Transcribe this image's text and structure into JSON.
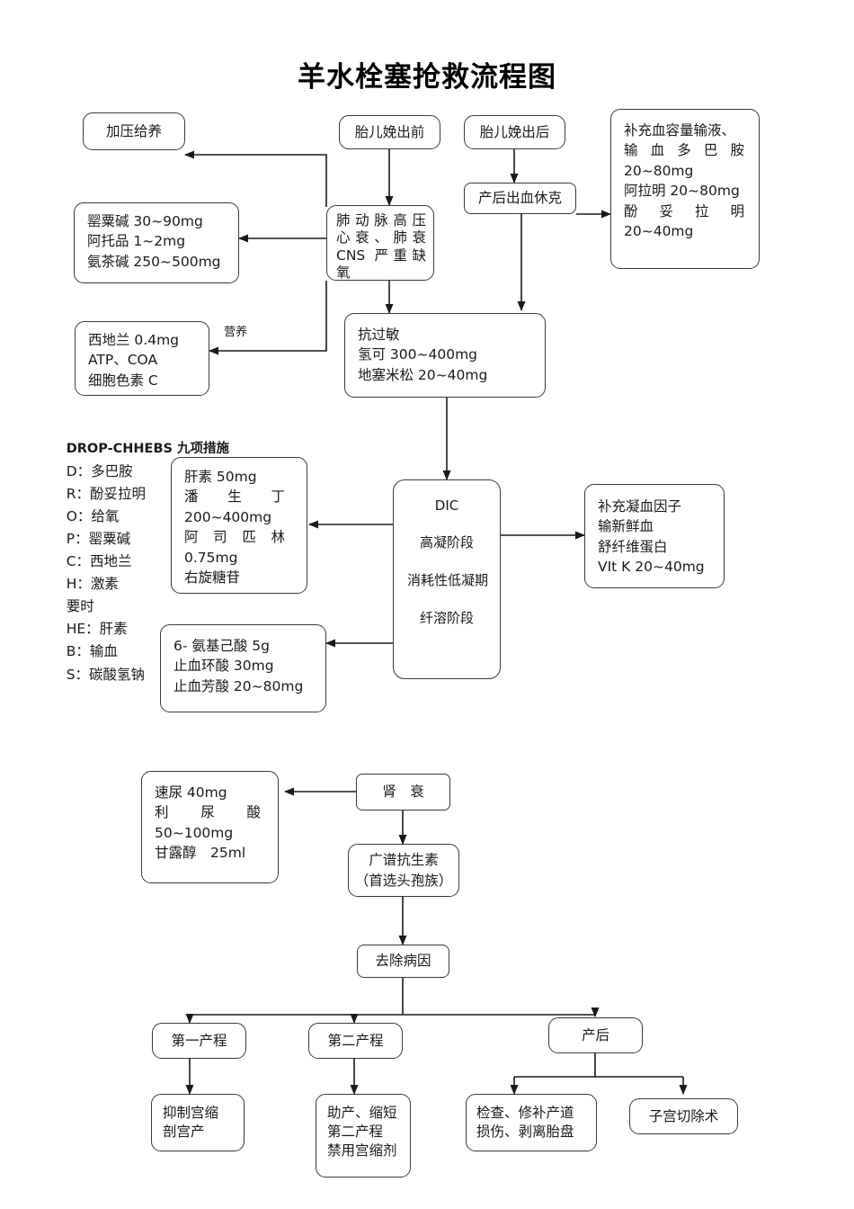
{
  "title": "羊水栓塞抢救流程图",
  "edge_labels": {
    "nutrition": "营养"
  },
  "measures_list": {
    "heading": "DROP-CHHEBS 九项措施",
    "items": [
      "D：多巴胺",
      "R：酚妥拉明",
      "O：给氧",
      "P：罂粟碱",
      "C：西地兰",
      "H：激素",
      "要时",
      "HE：肝素",
      "B：输血",
      "S：碳酸氢钠"
    ]
  },
  "nodes": {
    "pressure_oxygen": {
      "label": "加压给养"
    },
    "fetus_before": {
      "label": "胎儿娩出前"
    },
    "fetus_after": {
      "label": "胎儿娩出后"
    },
    "postpartum_shock": {
      "label": "产后出血休克"
    },
    "blood_volume": {
      "lines": [
        "补充血容量输液、",
        "输血多巴胺",
        "20~80mg",
        "阿拉明 20~80mg",
        "酚妥拉明",
        "20~40mg"
      ]
    },
    "papaverine": {
      "lines": [
        "罂粟碱 30~90mg",
        "阿托品 1~2mg",
        "氨茶碱 250~500mg"
      ]
    },
    "pulmonary_hypertension": {
      "lines": [
        "肺动脉高压",
        "心衰、肺衰",
        "CNS 严重缺",
        "氧"
      ]
    },
    "cedilanid": {
      "lines": [
        "西地兰 0.4mg",
        "ATP、COA",
        "细胞色素 C"
      ]
    },
    "antiallergy": {
      "lines": [
        "抗过敏",
        "氢可 300~400mg",
        "地塞米松 20~40mg"
      ]
    },
    "heparin": {
      "lines": [
        "肝素 50mg",
        "潘生丁",
        "200~400mg",
        "阿司匹林",
        "0.75mg",
        "右旋糖苷"
      ]
    },
    "dic": {
      "title": "DIC",
      "stages": [
        "高凝阶段",
        "消耗性低凝期",
        "纤溶阶段"
      ]
    },
    "clotting_factors": {
      "lines": [
        "补充凝血因子",
        "输新鲜血",
        "舒纤维蛋白",
        "VIt K 20~40mg"
      ]
    },
    "antifibrinolytic": {
      "lines": [
        "6- 氨基己酸 5g",
        "止血环酸 30mg",
        "止血芳酸 20~80mg"
      ]
    },
    "renal_failure": {
      "label": "肾　衰"
    },
    "diuretics": {
      "lines": [
        "速尿 40mg",
        "利尿酸",
        "50~100mg",
        "甘露醇　25ml"
      ]
    },
    "antibiotics": {
      "lines": [
        "广谱抗生素",
        "（首选头孢族）"
      ]
    },
    "remove_cause": {
      "label": "去除病因"
    },
    "stage_one": {
      "label": "第一产程"
    },
    "stage_two": {
      "label": "第二产程"
    },
    "postpartum": {
      "label": "产后"
    },
    "suppress_contraction": {
      "lines": [
        "抑制宫缩",
        "剖宫产"
      ]
    },
    "assist_delivery": {
      "lines": [
        "助产、缩短",
        "第二产程",
        "禁用宫缩剂"
      ]
    },
    "inspect_repair": {
      "lines": [
        "检查、修补产道",
        "损伤、剥离胎盘"
      ]
    },
    "hysterectomy": {
      "label": "子宫切除术"
    }
  },
  "colors": {
    "stroke": "#3a3a3a",
    "line": "#1a1a1a",
    "background": "#ffffff",
    "text": "#1a1a1a"
  }
}
